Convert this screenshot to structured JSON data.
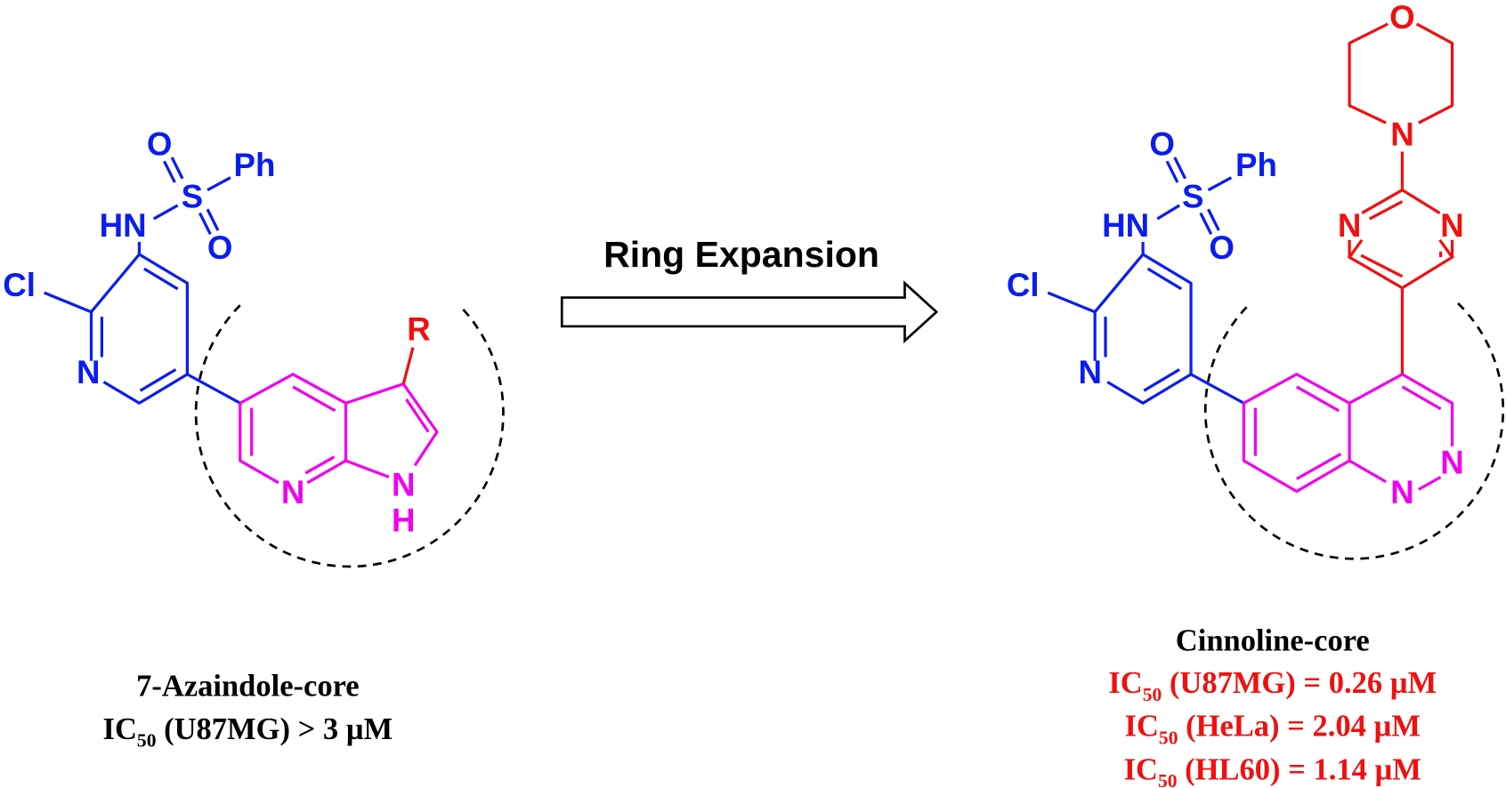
{
  "colors": {
    "scaffold": "#0a1df0",
    "core": "#f000f0",
    "substituent": "#f01010",
    "text": "#000000"
  },
  "arrow": {
    "label": "Ring Expansion"
  },
  "left_molecule": {
    "atoms": {
      "cl": "Cl",
      "n_pyridine": "N",
      "hn": "HN",
      "s": "S",
      "o1": "O",
      "o2": "O",
      "ph": "Ph",
      "r": "R",
      "n_core": "N",
      "nh_n": "N",
      "nh_h": "H"
    },
    "caption": "7-Azaindole-core",
    "activity": {
      "prefix": "IC",
      "sub": "50",
      "text": " (U87MG) > 3 µM"
    }
  },
  "right_molecule": {
    "atoms": {
      "cl": "Cl",
      "n_pyridine": "N",
      "hn": "HN",
      "s": "S",
      "o1": "O",
      "o2": "O",
      "ph": "Ph",
      "o_morph": "O",
      "n_morph": "N",
      "n_pyr1": "N",
      "n_pyr2": "N",
      "n_cin1": "N",
      "n_cin2": "N"
    },
    "caption": "Cinnoline-core",
    "activities": [
      {
        "prefix": "IC",
        "sub": "50",
        "text": " (U87MG) = 0.26 µM"
      },
      {
        "prefix": "IC",
        "sub": "50",
        "text": " (HeLa) = 2.04 µM"
      },
      {
        "prefix": "IC",
        "sub": "50",
        "text": " (HL60) = 1.14 µM"
      }
    ]
  }
}
